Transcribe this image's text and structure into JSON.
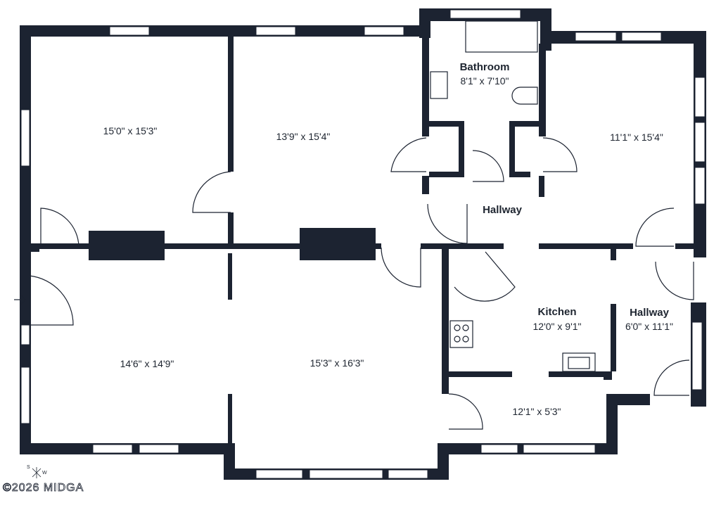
{
  "rooms": [
    {
      "id": "top-left",
      "name": "",
      "dims": "15'0\" x 15'3\""
    },
    {
      "id": "top-middle",
      "name": "",
      "dims": "13'9\" x 15'4\""
    },
    {
      "id": "bathroom",
      "name": "Bathroom",
      "dims": "8'1\" x 7'10\""
    },
    {
      "id": "top-right",
      "name": "",
      "dims": "11'1\" x 15'4\""
    },
    {
      "id": "hallway-center",
      "name": "Hallway",
      "dims": ""
    },
    {
      "id": "bottom-left",
      "name": "",
      "dims": "14'6\" x 14'9\""
    },
    {
      "id": "bottom-middle",
      "name": "",
      "dims": "15'3\" x 16'3\""
    },
    {
      "id": "kitchen",
      "name": "Kitchen",
      "dims": "12'0\" x 9'1\""
    },
    {
      "id": "hallway-right",
      "name": "Hallway",
      "dims": "6'0\" x 11'1\""
    },
    {
      "id": "utility",
      "name": "",
      "dims": "12'1\" x 5'3\""
    }
  ],
  "compass": {
    "s": "S",
    "w": "W"
  },
  "watermark": "©2026 MIDGA",
  "colors": {
    "wall": "#1c2331",
    "background": "#ffffff",
    "text": "#1e2530"
  }
}
